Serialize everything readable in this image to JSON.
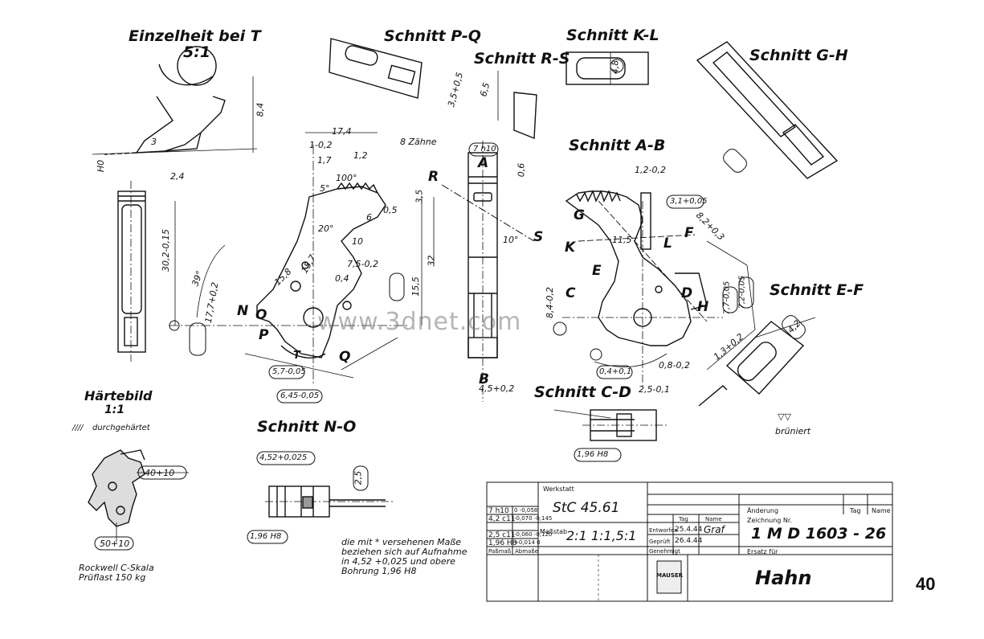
{
  "page_number": "40",
  "watermark": "www.3dnet.com",
  "views": {
    "detail_t": "Einzelheit bei T",
    "detail_t_scale": "5:1",
    "section_pq": "Schnitt P-Q",
    "section_kl": "Schnitt K-L",
    "section_rs": "Schnitt R-S",
    "section_gh": "Schnitt G-H",
    "section_ab": "Schnitt A-B",
    "section_ef": "Schnitt E-F",
    "section_cd": "Schnitt C-D",
    "section_no": "Schnitt N-O",
    "haertebild": "Härtebild",
    "haertebild_scale": "1:1",
    "durchgehaertet": "durchgehärtet",
    "rockwell": "Rockwell C-Skala",
    "pruefl": "Prüflast  150 kg",
    "zaehne": "8 Zähne",
    "bruniert": "brüniert"
  },
  "note": {
    "line1": "die mit * versehenen Maße",
    "line2": "beziehen sich auf Aufnahme",
    "line3": "in 4,52 +0,025  und obere",
    "line4": "Bohrung  1,96 H8"
  },
  "letters": [
    "R",
    "S",
    "A",
    "B",
    "G",
    "K",
    "L",
    "F",
    "E",
    "C",
    "D",
    "H",
    "N",
    "O",
    "P",
    "Q",
    "T"
  ],
  "dims": {
    "d_8_4": "8,4",
    "d_2_4": "2,4",
    "d_3": "3",
    "d_h0": "H0",
    "d_17_4": "17,4",
    "d_1_02": "1-0,2",
    "d_1_7": "1,7",
    "d_1_2": "1,2",
    "d_100": "100°",
    "d_5": "5°",
    "d_20": "20°",
    "d_10": "10",
    "d_6": "6",
    "d_3_5": "3,5",
    "d_32": "32",
    "d_15_5": "15,5",
    "d_0_5": "0,5",
    "d_30_2": "30,2-0,15",
    "d_39": "39°",
    "d_17_7": "17,7+0,2",
    "d_15_8": "15,8",
    "d_15_7": "15,7",
    "d_7_5": "7,5-0,2",
    "d_0_4": "0,4",
    "d_7h10": "7 h10",
    "d_0_6": "0,6",
    "d_10deg": "10°",
    "d_4_5": "4,5+0,2",
    "d_5_7": "5,7-0,05",
    "d_6_45": "6,45-0,05",
    "d_3_1": "3,1+0,05",
    "d_8_2": "8,2+0,3",
    "d_11_5": "11,5",
    "d_12": "1,2-0,2",
    "d_7_7": "7,7-0,05",
    "d_7_2": "7,2-0,05",
    "d_8_4b": "8,4-0,2",
    "d_13": "1,3+0,2",
    "d_0_4b": "0,4+0,1",
    "d_0_8": "0,8-0,2",
    "d_25": "2,5-0,1",
    "d_4_2": "4,2",
    "d_196": "1,96 H8",
    "d_4_52": "4,52+0,025",
    "d_2_5": "2,5",
    "d_40": "40+10",
    "d_50": "50+10",
    "d_35": "3,5+0,5",
    "d_6_5": "6,5",
    "d_4_8": "4,8"
  },
  "title_block": {
    "werkstatt_label": "Werkstatt",
    "werkstoff": "StC 45.61",
    "massstab_label": "Maßstab",
    "massstab": "2:1  1:1,5:1",
    "tol_rows": [
      [
        "7 h10",
        "0 -0,058"
      ],
      [
        "4,2 c11",
        "-0,070 -0,145"
      ],
      [
        "2,5 c11",
        "-0,060 -0,120"
      ],
      [
        "1,96 H8",
        "+0,014 0"
      ]
    ],
    "passmass_label": "Paßmaß",
    "abmasse_label": "Abmaße",
    "tag_label": "Tag",
    "name_label": "Name",
    "entworfen_label": "Entworfen",
    "entworfen_date": "25.4.44",
    "entworfen_name": "Graf",
    "geprueft_label": "Geprüft",
    "geprueft_date": "26.4.44",
    "genehmigt_label": "Genehmigt",
    "aenderung_label": "Änderung",
    "zeichnung_label": "Zeichnung Nr.",
    "zeichnung_nr": "1 M D 1603 - 26",
    "ersatz_label": "Ersatz für",
    "benennung": "Hahn",
    "logo_text": "MAUSER"
  }
}
